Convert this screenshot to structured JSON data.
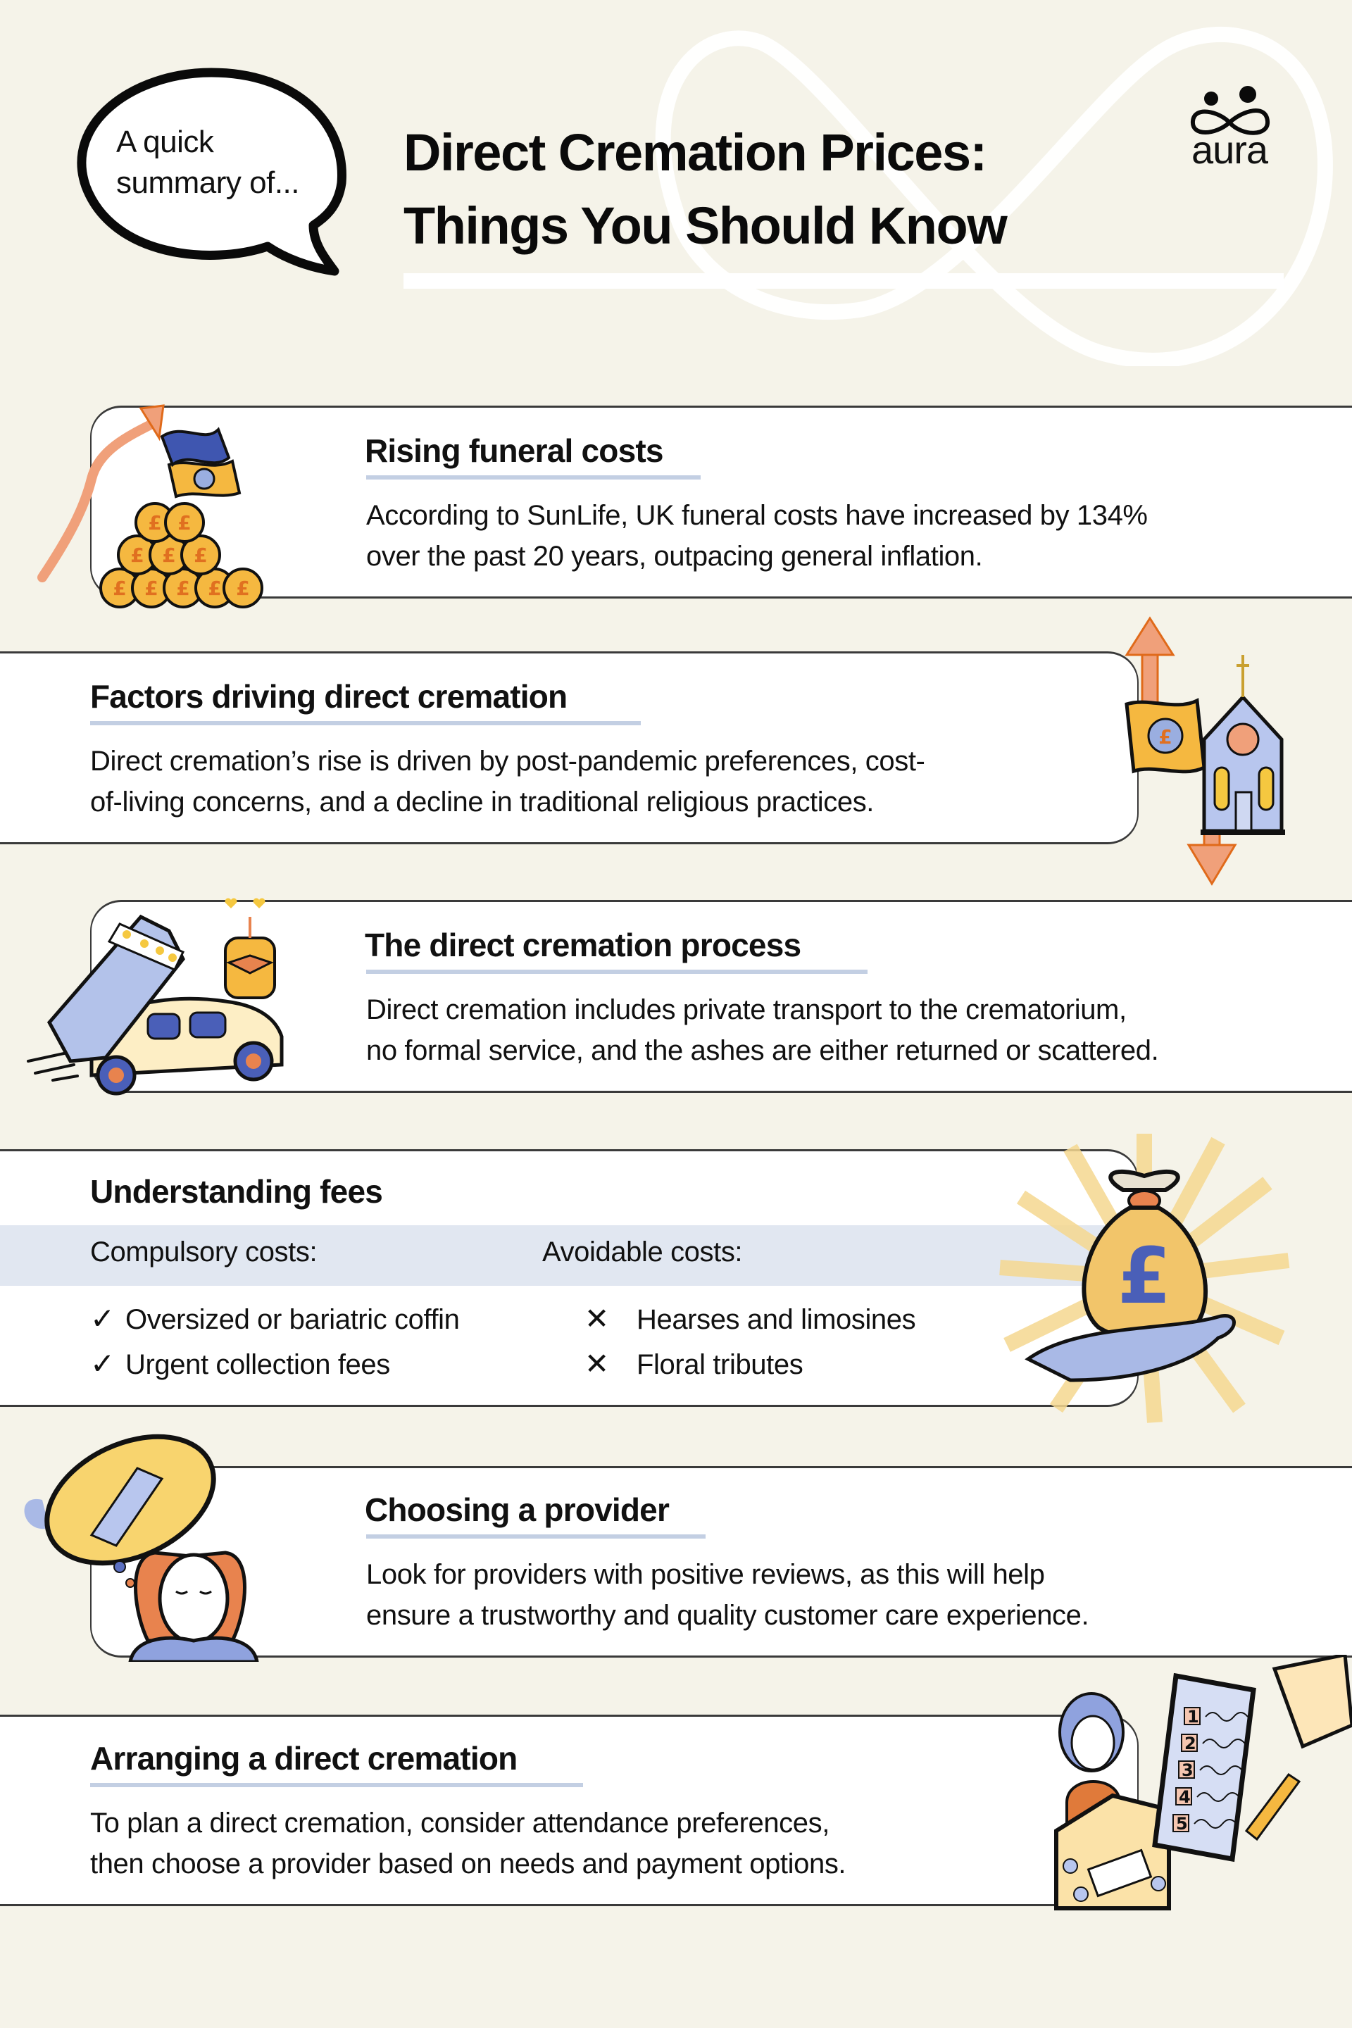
{
  "header": {
    "bubble_line1": "A quick",
    "bubble_line2": "summary of...",
    "title_line1": "Direct Cremation Prices:",
    "title_line2": "Things You Should Know",
    "logo_text": "aura",
    "logo_icon": "infinity-people-icon"
  },
  "colors": {
    "background": "#f5f3e9",
    "card": "#ffffff",
    "underline": "#c3cfe3",
    "band": "#e1e7f1",
    "accent_orange": "#e8834e",
    "accent_blue": "#5b6fc0",
    "accent_gold": "#f4c65a"
  },
  "sections": [
    {
      "heading": "Rising funeral costs",
      "body_line1": "According to SunLife, UK funeral costs have increased by 134%",
      "body_line2": "over the past 20 years, outpacing general inflation.",
      "illustration": "rising-coins-arrow-icon"
    },
    {
      "heading": "Factors driving direct cremation",
      "body_line1": "Direct cremation’s rise is driven by post-pandemic preferences, cost-",
      "body_line2": "of-living concerns, and a decline in traditional religious practices.",
      "illustration": "church-money-arrows-icon"
    },
    {
      "heading": "The direct cremation process",
      "body_line1": "Direct cremation includes private transport to the crematorium,",
      "body_line2": "no formal service, and the ashes are either returned or scattered.",
      "illustration": "coffin-car-urn-icon"
    },
    {
      "heading": "Understanding fees",
      "compulsory_label": "Compulsory costs:",
      "avoidable_label": "Avoidable costs:",
      "compulsory": [
        "Oversized or bariatric coffin",
        "Urgent collection fees"
      ],
      "avoidable": [
        "Hearses and limosines",
        "Floral tributes"
      ],
      "check_glyph": "✓",
      "cross_glyph": "✕",
      "illustration": "money-bag-hand-icon"
    },
    {
      "heading": "Choosing a provider",
      "body_line1": "Look for providers with positive reviews, as this will help",
      "body_line2": "ensure a trustworthy and quality customer care experience.",
      "illustration": "thinking-woman-coffin-icon"
    },
    {
      "heading": "Arranging a direct cremation",
      "body_line1": "To plan a direct cremation, consider attendance preferences,",
      "body_line2": "then choose a provider based on needs and payment options.",
      "illustration": "speaker-checklist-icon",
      "checklist_numbers": [
        "1",
        "2",
        "3",
        "4",
        "5"
      ]
    }
  ]
}
